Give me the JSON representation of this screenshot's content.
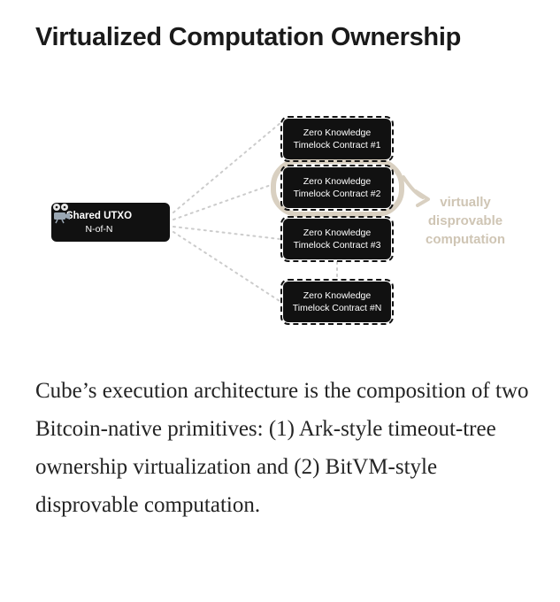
{
  "title": "Virtualized Computation Ownership",
  "diagram": {
    "source": {
      "title": "Shared UTXO",
      "subtitle": "N-of-N",
      "icon": "film-projector-icon"
    },
    "contracts": [
      {
        "line1": "Zero Knowledge",
        "line2": "Timelock Contract #1"
      },
      {
        "line1": "Zero Knowledge",
        "line2": "Timelock Contract #2",
        "highlighted": true
      },
      {
        "line1": "Zero Knowledge",
        "line2": "Timelock Contract #3"
      },
      {
        "line1": "Zero Knowledge",
        "line2": "Timelock Contract #N"
      }
    ],
    "annotation": [
      "virtually",
      "disprovable",
      "computation"
    ],
    "colors": {
      "node": "#111111",
      "highlight": "#d9d0c1",
      "annotation": "#cfc5b4",
      "connector": "#cccccc"
    }
  },
  "body": "Cube’s execution architecture is the composition of two Bitcoin-native primitives: (1) Ark-style timeout-tree ownership virtualization and (2) BitVM-style disprovable computation."
}
